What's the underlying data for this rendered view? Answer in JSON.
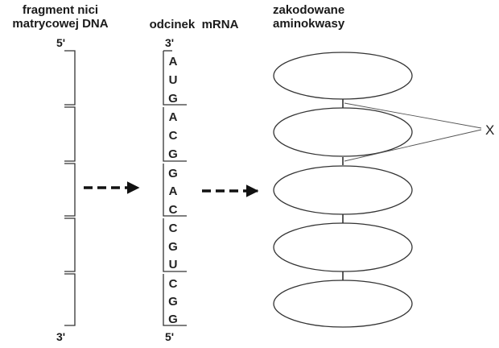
{
  "headers": {
    "dna": [
      "fragment nici",
      "matrycowej DNA"
    ],
    "mrna": "odcinek  mRNA",
    "amino": [
      "zakodowane",
      "aminokwasy"
    ]
  },
  "dna_strand": {
    "top_end": "5'",
    "bottom_end": "3'"
  },
  "mrna_strand": {
    "top_end": "3'",
    "bottom_end": "5'",
    "codons": [
      [
        "A",
        "U",
        "G"
      ],
      [
        "A",
        "C",
        "G"
      ],
      [
        "G",
        "A",
        "C"
      ],
      [
        "C",
        "G",
        "U"
      ],
      [
        "C",
        "G",
        "G"
      ]
    ]
  },
  "amino_acid_count": 5,
  "bond_label": "X",
  "colors": {
    "line": "#333333",
    "arrow": "#111111"
  }
}
